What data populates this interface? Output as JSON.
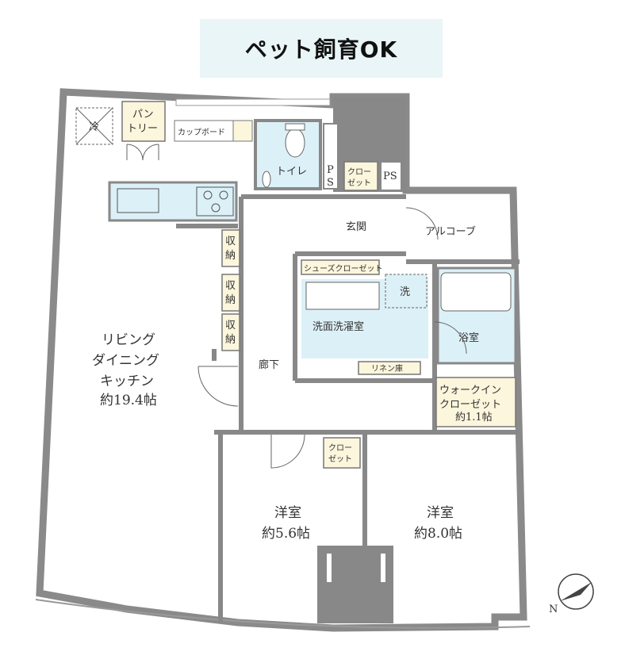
{
  "banner": {
    "title": "ペット飼育OK"
  },
  "labels": {
    "fridge": "冷",
    "pantry_line1": "パン",
    "pantry_line2": "トリー",
    "cupboard": "カップボード",
    "toilet": "トイレ",
    "ps1_line1": "P",
    "ps1_line2": "S",
    "closet_small_line1": "クロー",
    "closet_small_line2": "ゼット",
    "ps2": "PS",
    "entrance": "玄関",
    "alcove": "アルコーブ",
    "storage1_line1": "収",
    "storage1_line2": "納",
    "storage2_line1": "収",
    "storage2_line2": "納",
    "storage3_line1": "収",
    "storage3_line2": "納",
    "shoe_closet": "シューズクローゼット",
    "washer": "洗",
    "washroom": "洗面洗濯室",
    "bath": "浴室",
    "linen": "リネン庫",
    "ldk_line1": "リビング",
    "ldk_line2": "ダイニング",
    "ldk_line3": "キッチン",
    "ldk_line4": "約19.4帖",
    "hallway": "廊下",
    "wic_line1": "ウォークイン",
    "wic_line2": "クローゼット",
    "wic_line3": "約1.1帖",
    "closet_bed_line1": "クロー",
    "closet_bed_line2": "ゼット",
    "bed1_line1": "洋室",
    "bed1_line2": "約5.6帖",
    "bed2_line1": "洋室",
    "bed2_line2": "約8.0帖",
    "north": "N"
  },
  "colors": {
    "wall": "#8a8a8a",
    "wet_area": "#dcf0f7",
    "storage": "#fbf6dc",
    "banner_bg": "#e9f5f7"
  }
}
